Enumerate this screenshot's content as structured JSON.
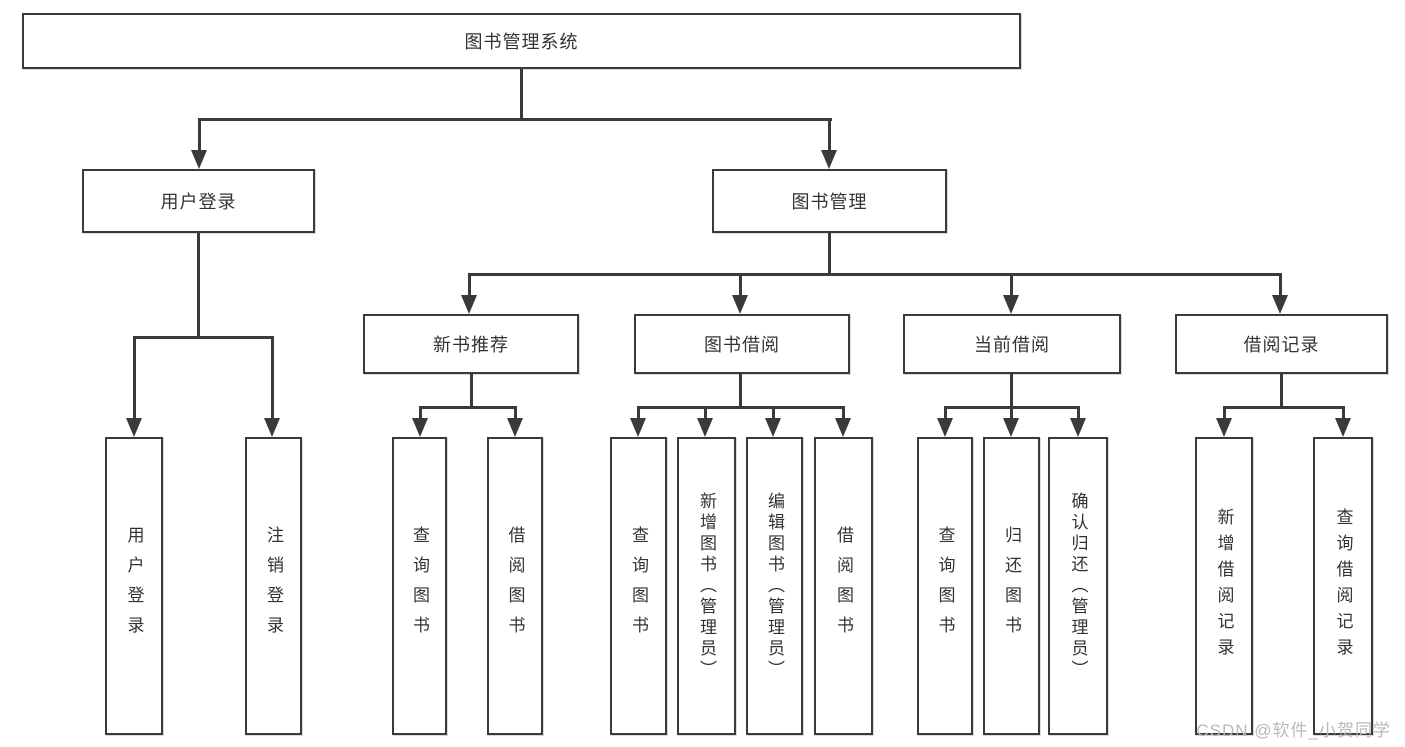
{
  "diagram": {
    "title_node": {
      "label": "图书管理系统"
    },
    "level2": [
      {
        "label": "用户登录"
      },
      {
        "label": "图书管理"
      }
    ],
    "level3": [
      {
        "label": "新书推荐"
      },
      {
        "label": "图书借阅"
      },
      {
        "label": "当前借阅"
      },
      {
        "label": "借阅记录"
      }
    ],
    "leaves": {
      "user_login": [
        {
          "label": "用户登录"
        },
        {
          "label": "注销登录"
        }
      ],
      "new_book": [
        {
          "label": "查询图书"
        },
        {
          "label": "借阅图书"
        }
      ],
      "book_borrow": [
        {
          "label": "查询图书"
        },
        {
          "label": "新增图书（管理员）"
        },
        {
          "label": "编辑图书（管理员）"
        },
        {
          "label": "借阅图书"
        }
      ],
      "current_borrow": [
        {
          "label": "查询图书"
        },
        {
          "label": "归还图书"
        },
        {
          "label": "确认归还（管理员）"
        }
      ],
      "borrow_record": [
        {
          "label": "新增借阅记录"
        },
        {
          "label": "查询借阅记录"
        }
      ]
    }
  },
  "watermark": "CSDN @软件_小贺同学",
  "colors": {
    "line": "#3a3a3a",
    "text": "#333333",
    "watermark": "#b9b9b9",
    "background": "#ffffff"
  }
}
